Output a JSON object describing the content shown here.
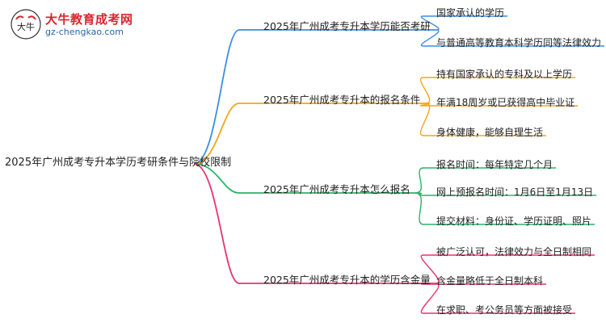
{
  "logo": {
    "title": "大牛教育成考网",
    "url": "gz-chengkao.com",
    "glyph": "大牛"
  },
  "root": "2025年广州成考专升本学历考研条件与院校限制",
  "colors": {
    "b0": "#3a8ee6",
    "b1": "#f2a516",
    "b2": "#27b36b",
    "b3": "#e8336d"
  },
  "branches": [
    {
      "label": "2025年广州成考专升本学历能否考研",
      "leaves": [
        "国家承认的学历",
        "与普通高等教育本科学历同等法律效力"
      ]
    },
    {
      "label": "2025年广州成考专升本的报名条件",
      "leaves": [
        "持有国家承认的专科及以上学历",
        "年满18周岁或已获得高中毕业证",
        "身体健康，能够自理生活"
      ]
    },
    {
      "label": "2025年广州成考专升本怎么报名",
      "leaves": [
        "报名时间：每年特定几个月",
        "网上预报名时间：1月6日至1月13日",
        "提交材料：身份证、学历证明、照片"
      ]
    },
    {
      "label": "2025年广州成考专升本的学历含金量",
      "leaves": [
        "被广泛认可，法律效力与全日制相同",
        "含金量略低于全日制本科",
        "在求职、考公务员等方面被接受"
      ]
    }
  ]
}
